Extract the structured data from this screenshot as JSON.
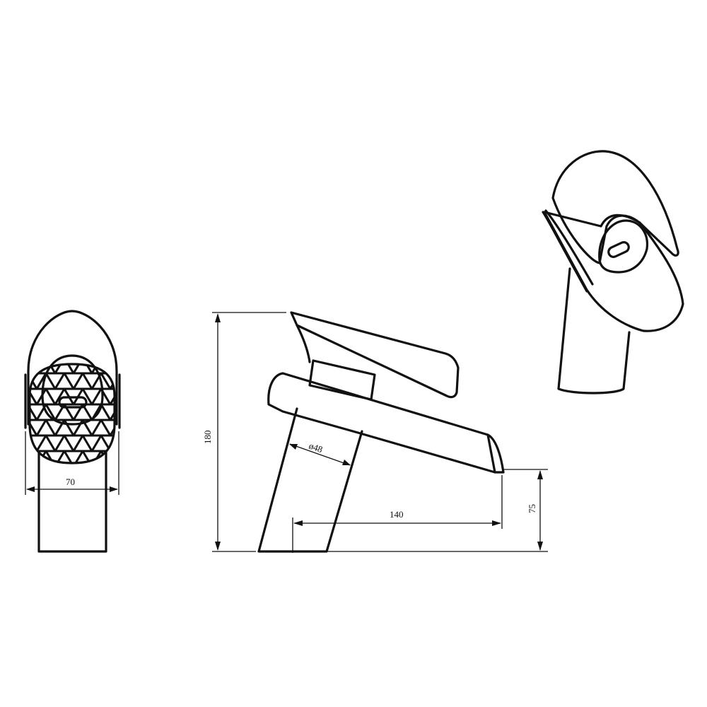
{
  "views": {
    "front": {
      "width_label": "70"
    },
    "side": {
      "height_label": "180",
      "diameter_label": "ø48",
      "reach_label": "140",
      "spout_height_label": "75"
    },
    "perspective": {}
  },
  "colors": {
    "line": "#111111",
    "background": "#ffffff"
  }
}
